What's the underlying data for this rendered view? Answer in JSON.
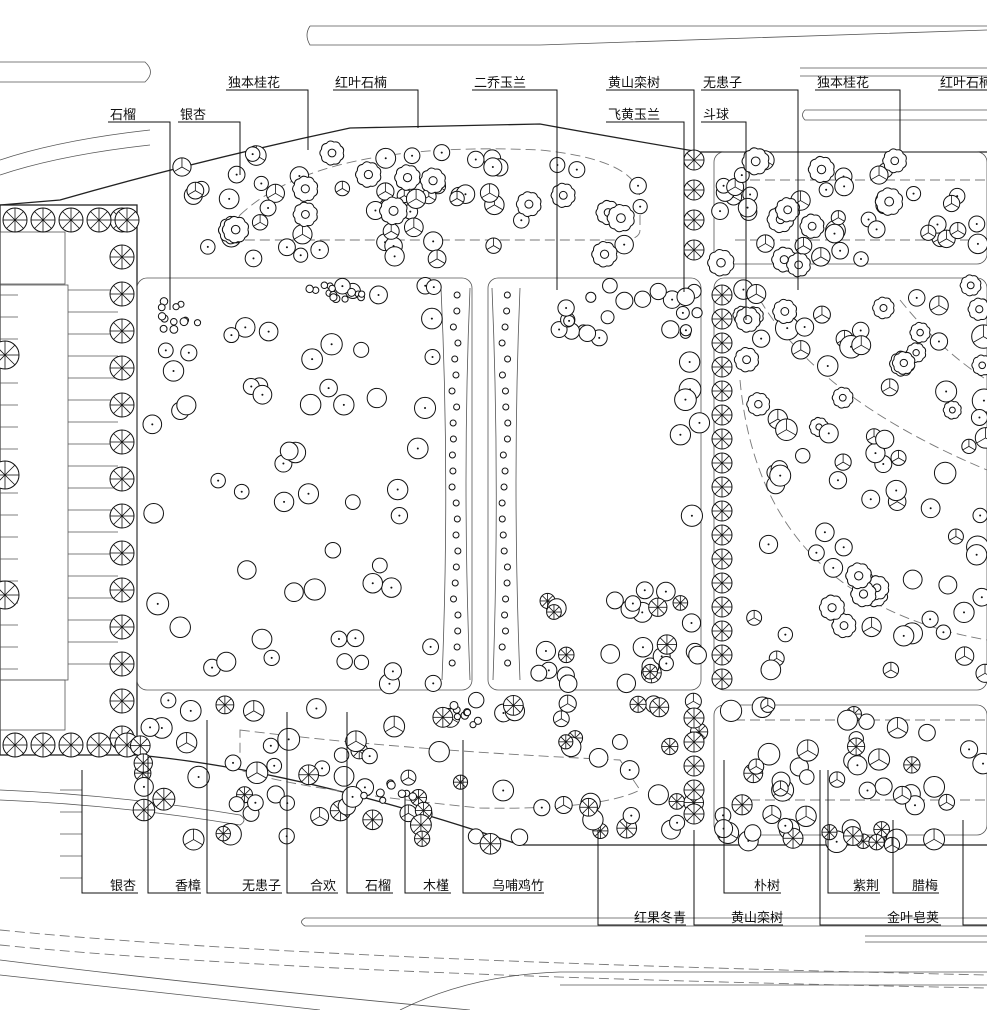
{
  "colors": {
    "ink": "#111111",
    "background": "#ffffff",
    "dash": "#777777"
  },
  "plant_labels": {
    "top": [
      {
        "id": "shiliu_top",
        "text": "石榴"
      },
      {
        "id": "yinxing_top",
        "text": "银杏"
      },
      {
        "id": "duben_guihua_1",
        "text": "独本桂花"
      },
      {
        "id": "hongye_shinan_1",
        "text": "红叶石楠"
      },
      {
        "id": "erqiao_yulan",
        "text": "二乔玉兰"
      },
      {
        "id": "huangshan_luanshu_top",
        "text": "黄山栾树"
      },
      {
        "id": "feihuang_yulan",
        "text": "飞黄玉兰"
      },
      {
        "id": "wuhuanzi_top",
        "text": "无患子"
      },
      {
        "id": "douqiu",
        "text": "斗球"
      },
      {
        "id": "duben_guihua_2",
        "text": "独本桂花"
      },
      {
        "id": "hongye_shinan_2",
        "text": "红叶石楠"
      }
    ],
    "bottom": [
      {
        "id": "yinxing_bottom",
        "text": "银杏"
      },
      {
        "id": "xiangzhang",
        "text": "香樟"
      },
      {
        "id": "wuhuanzi_bottom",
        "text": "无患子"
      },
      {
        "id": "hehuan",
        "text": "合欢"
      },
      {
        "id": "shiliu_bottom",
        "text": "石榴"
      },
      {
        "id": "mujin",
        "text": "木槿"
      },
      {
        "id": "wuji_zhu",
        "text": "乌哺鸡竹"
      },
      {
        "id": "pushu",
        "text": "朴树"
      },
      {
        "id": "zijing",
        "text": "紫荆"
      },
      {
        "id": "lamei",
        "text": "腊梅"
      },
      {
        "id": "hongguo_dongqing",
        "text": "红果冬青"
      },
      {
        "id": "huangshan_luanshu_bottom",
        "text": "黄山栾树"
      },
      {
        "id": "jinye_zaojia",
        "text": "金叶皂荚"
      }
    ]
  }
}
